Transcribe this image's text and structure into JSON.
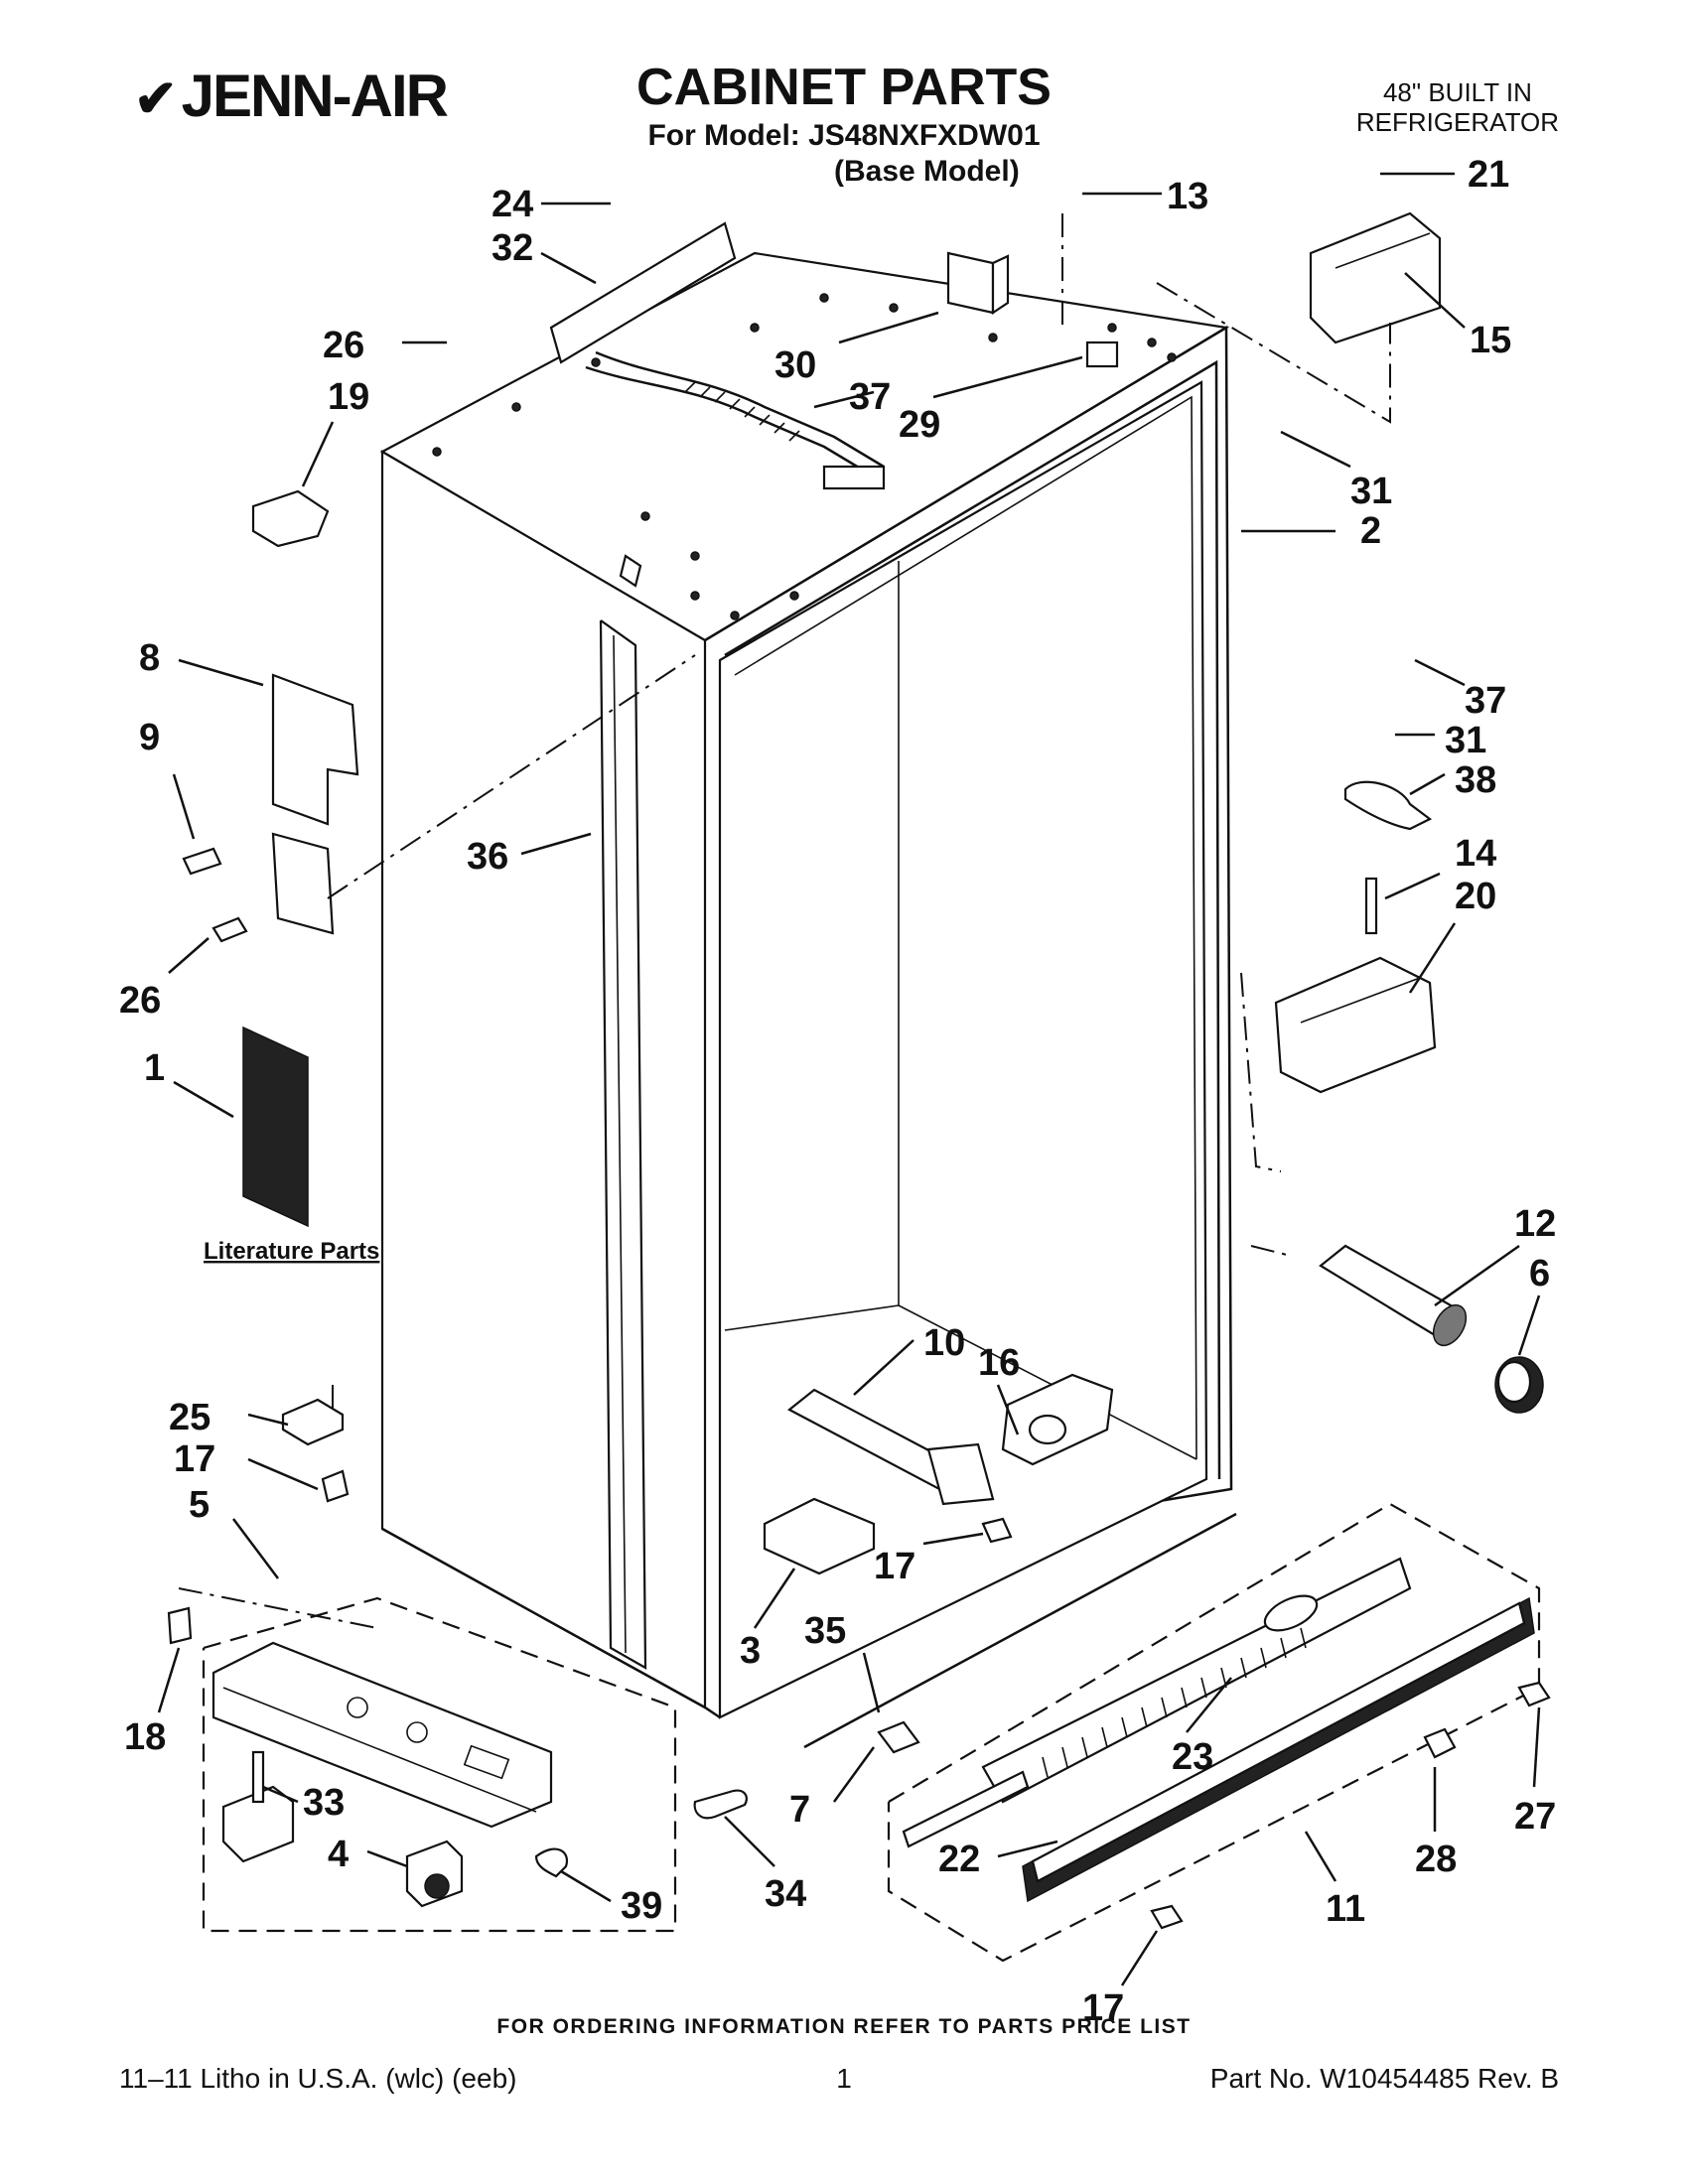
{
  "header": {
    "brand": "JENN-AIR",
    "title": "CABINET PARTS",
    "model_line": "For Model: JS48NXFXDW01",
    "base_model": "(Base Model)",
    "product_line1": "48\" BUILT IN",
    "product_line2": "REFRIGERATOR"
  },
  "callouts": {
    "c24": "24",
    "c32": "32",
    "c26a": "26",
    "c19": "19",
    "c30": "30",
    "c37a": "37",
    "c29": "29",
    "c13": "13",
    "c21": "21",
    "c15": "15",
    "c31a": "31",
    "c2": "2",
    "c8": "8",
    "c9": "9",
    "c36": "36",
    "c26b": "26",
    "c1": "1",
    "c37b": "37",
    "c31b": "31",
    "c38": "38",
    "c14": "14",
    "c20": "20",
    "c12": "12",
    "c6": "6",
    "c10": "10",
    "c16": "16",
    "c25": "25",
    "c17a": "17",
    "c5": "5",
    "c17b": "17",
    "c18": "18",
    "c3": "3",
    "c35": "35",
    "c23": "23",
    "c27": "27",
    "c33": "33",
    "c4": "4",
    "c39": "39",
    "c34": "34",
    "c7": "7",
    "c22": "22",
    "c28": "28",
    "c11": "11",
    "c17c": "17"
  },
  "literature_label": "Literature Parts",
  "footer": {
    "ordering": "FOR ORDERING INFORMATION REFER TO PARTS PRICE LIST",
    "left": "11–11 Litho in U.S.A. (wlc) (eeb)",
    "page": "1",
    "part_no": "Part No. W10454485 Rev. B"
  }
}
